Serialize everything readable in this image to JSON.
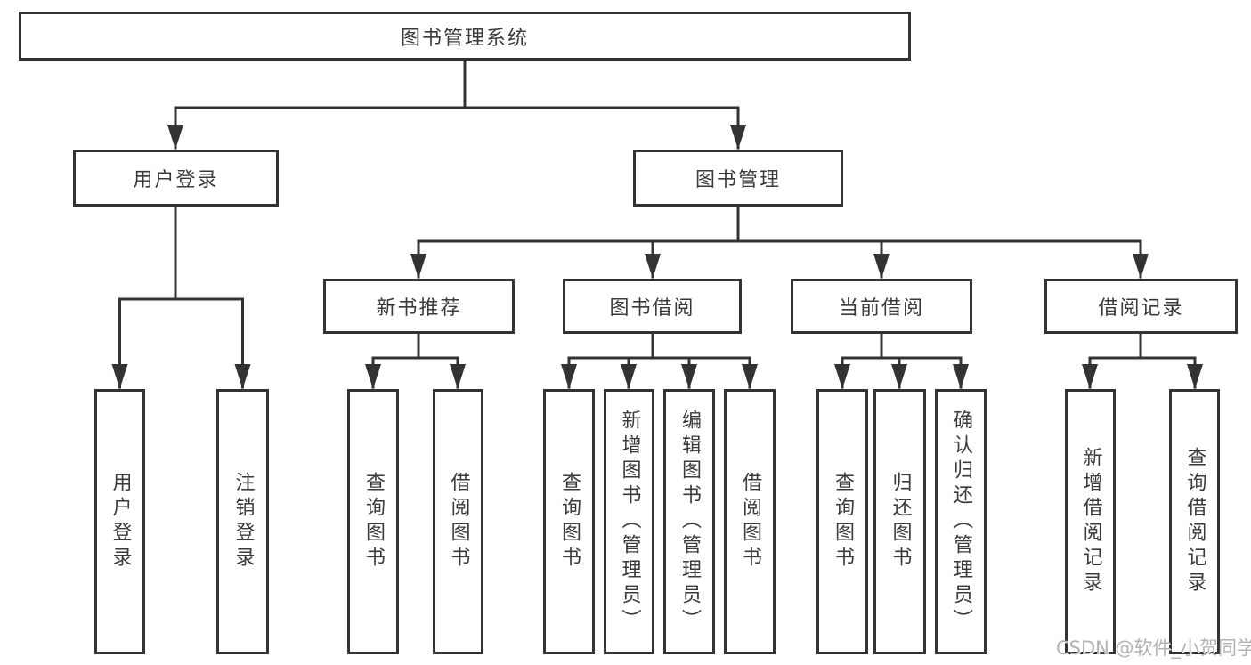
{
  "colors": {
    "line": "#333333",
    "box_border": "#333333",
    "text": "#3a3a3a",
    "watermark": "#b3b3b3",
    "background": "#ffffff"
  },
  "watermark": {
    "text": "CSDN @软件_小贺同学"
  },
  "tree": {
    "root": {
      "label": "图书管理系统"
    },
    "children": [
      {
        "label": "用户登录",
        "children": [
          {
            "label": "用户登录"
          },
          {
            "label": "注销登录"
          }
        ]
      },
      {
        "label": "图书管理",
        "children": [
          {
            "label": "新书推荐",
            "children": [
              {
                "label": "查询图书"
              },
              {
                "label": "借阅图书"
              }
            ]
          },
          {
            "label": "图书借阅",
            "children": [
              {
                "label": "查询图书"
              },
              {
                "label": "新增图书（管理员）"
              },
              {
                "label": "编辑图书（管理员）"
              },
              {
                "label": "借阅图书"
              }
            ]
          },
          {
            "label": "当前借阅",
            "children": [
              {
                "label": "查询图书"
              },
              {
                "label": "归还图书"
              },
              {
                "label": "确认归还（管理员）"
              }
            ]
          },
          {
            "label": "借阅记录",
            "children": [
              {
                "label": "新增借阅记录"
              },
              {
                "label": "查询借阅记录"
              }
            ]
          }
        ]
      }
    ]
  }
}
